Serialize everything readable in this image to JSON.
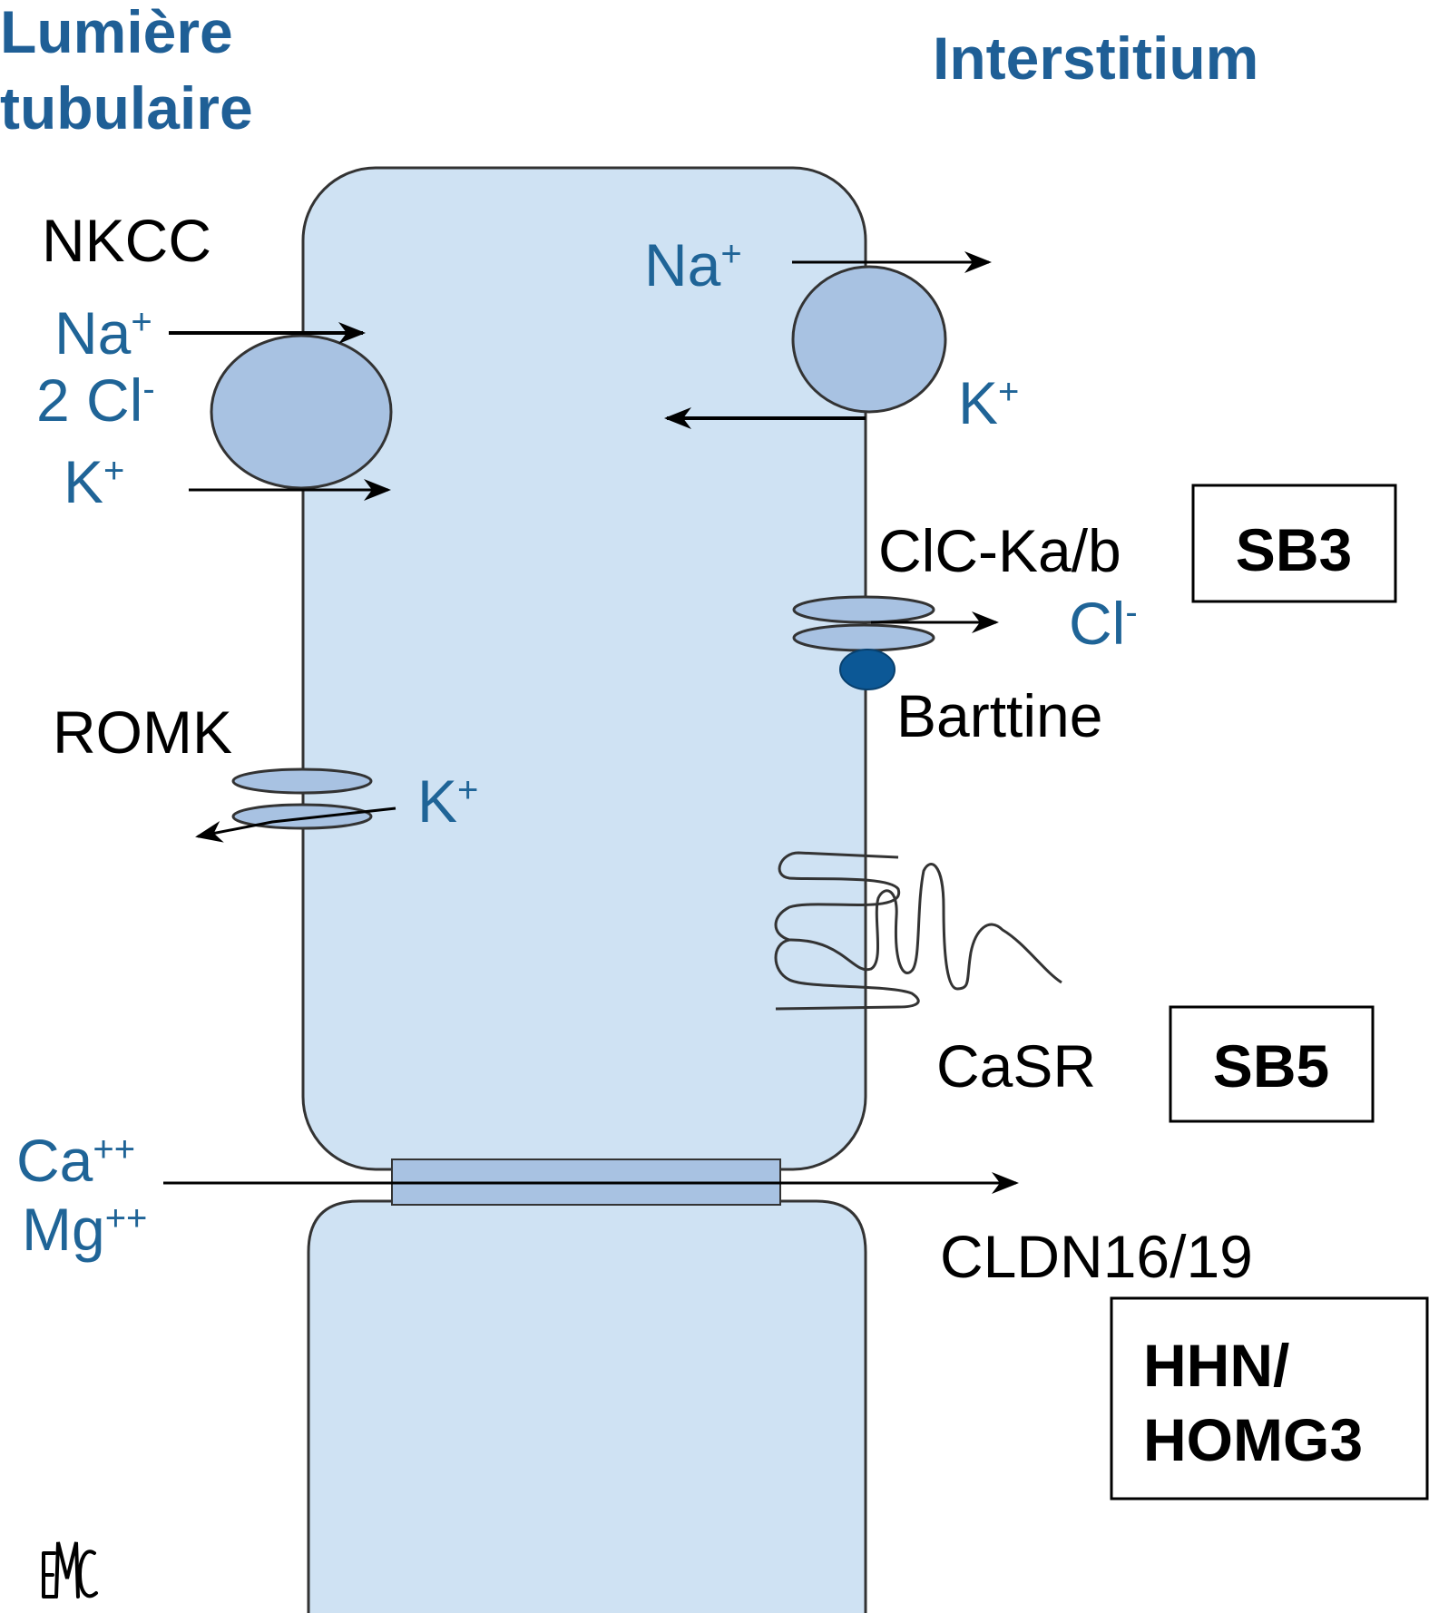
{
  "headers": {
    "lumen_line1": "Lumière",
    "lumen_line2": "tubulaire",
    "interstitium": "Interstitium"
  },
  "transporters": {
    "nkcc": "NKCC",
    "romk": "ROMK",
    "clc": "ClC-Ka/b",
    "barttine": "Barttine",
    "casr": "CaSR",
    "cldn": "CLDN16/19"
  },
  "ions": {
    "nkcc_na": "Na",
    "nkcc_na_sup": "+",
    "nkcc_cl": "2 Cl",
    "nkcc_cl_sup": "-",
    "nkcc_k": "K",
    "nkcc_k_sup": "+",
    "pump_na": "Na",
    "pump_na_sup": "+",
    "pump_k": "K",
    "pump_k_sup": "+",
    "romk_k": "K",
    "romk_k_sup": "+",
    "cl": "Cl",
    "cl_sup": "-",
    "ca": "Ca",
    "ca_sup": "++",
    "mg": "Mg",
    "mg_sup": "++"
  },
  "diseases": {
    "sb3": "SB3",
    "sb5": "SB5",
    "hhn_line1": "HHN/",
    "hhn_line2": "HOMG3"
  },
  "logo": "EMC",
  "colors": {
    "header_blue": "#1f5f96",
    "ion_blue": "#1f6497",
    "cell_fill": "#cfe2f3",
    "transporter_fill": "#a8c2e2",
    "barttine_fill": "#0c5896",
    "outline": "#333333"
  }
}
